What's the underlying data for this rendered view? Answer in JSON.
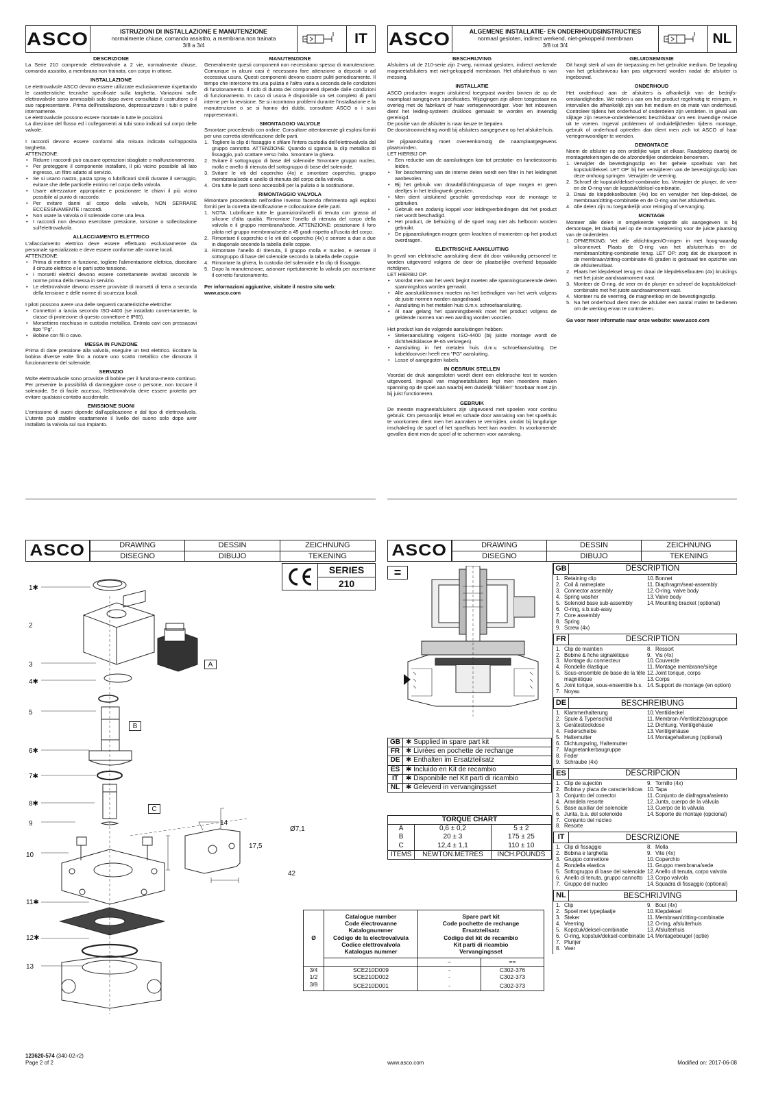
{
  "brand": "ASCO",
  "it": {
    "lang": "IT",
    "title": "ISTRUZIONI DI INSTALLAZIONE E MANUTENZIONE",
    "subtitle": "normalmente chiuse, comando assistito, a membrana non trainata",
    "size": "3/8 a 3/4",
    "descrizione_h": "DESCRIZIONE",
    "descrizione": "La Serie 210 comprende elettrovalvole a 2 vie, normalmente chiuse, comando assistito, a membrana non trainata. con corpo in ottone.",
    "installazione_h": "INSTALLAZIONE",
    "installazione_p1": "Le elettrovalvole ASCO devono essere utilizzate esclusivamente rispettando le caratteristiche tecniche specificate sulla targhetta. Variazioni sulle elettrovalvole sono ammissibili solo dopo avere consultato il costruttore o il suo rappresentante. Prima dell'installazione, depressurizzare i tubi e pulire internamente.",
    "installazione_p2": "Le elettrovalvole possono essere montate in tutte le posizioni.",
    "installazione_p3": "La direzione del flusso ed i collegamenti ai tubi sono indicati sul corpo delle valvole.",
    "installazione_p4": "I raccordi devono essere conformi alla misura indicata sull'apposita targhetta.",
    "attenzione": "ATTENZIONE:",
    "install_bullets": [
      "Ridurre i raccordi può causare operazioni sbagliate o malfunzionamento.",
      "Per proteggere il componente installare, il più vicino possibile all lato ingresso, un filtro adatto al servizio.",
      "Se si usano nastro, pasta spray o lubrificanti simili durante il serraggio, evitare che delle particelle entrino nel corpo della valvola.",
      "Usare attrezzature appropriate e posizionare le chiavi il più vicino possibile al punto di raccordo.",
      "Per evitare danni al corpo della valvola, NON SERRARE ECCESSIVAMENTE i raccordi.",
      "Non usare la valvola o il solenoide come una leva.",
      "I raccordi non devono esercitare pressione, torsione o sollecitazione sull'elettrovalvola."
    ],
    "allacciamento_h": "ALLACCIAMENTO ELETTRICO",
    "allacciamento_p1": "L'allacciamento elettrico deve essere effettuato esclusivamente da personale specializzato e deve essere conforme alle norme locali.",
    "elec_bullets": [
      "Prima di mettere in funzione, togliere l'alimentazione elettrica, disecitare il circuito elettrico e le parti sotto tensione.",
      "I morsetti elettrici devono essere correttamente avvitati secondo le norme prima della messa in servizio.",
      "Le elettrovalvole devono essere provviste di morsetti di terra a seconda della tensione e delle norme di sicurezza locali."
    ],
    "piloti_p": "I piloti possono avere una delle seguenti caratteristiche elettriche:",
    "piloti_bullets": [
      "Connettori a lancia secondo ISO-4400 (se installato corret-tamente, la classe di protezione di questo connettore è IP65).",
      "Morsettiera racchiusa in custodia metallica. Entrata cavi con pressacavi tipo \"Pg\".",
      "Bobine con fili o cavo."
    ],
    "messa_h": "MESSA IN FUNZIONE",
    "messa": "Prima di dare pressione alla valvola, eseguire un test elettrico. Eccitare la bobina diverse volte fino a notare uno scatto metallico che dimostra il funzionamento del solenoide.",
    "servizio_h": "SERVIZIO",
    "servizio": "Molte elettrovalvole sono provviste di bobine per il funziona-mento continuo. Per prevenire la possibilità di danneggiare cose o persone, non toccare il solenoide. Se di facile accesso, l'elettrovalvola deve essere protetta per evitare qualsiasi contatto accidentale.",
    "emissione_h": "EMISSIONE SUONI",
    "emissione": "L'emissione di suoni dipende dall'applicazione e dal tipo di elettrovalvola. L'utente può stabilire esattamente il livello del suono solo dopo aver installato la valvola sul suo impianto.",
    "manutenzione_h": "MANUTENZIONE",
    "manutenzione": "Generalmente questi componenti non necessitano spesso di manutenzione. Comunque in alcuni casi è necessario fare attenzione a depositi o ad eccessiva usura. Questi componenti devono essere puliti periodicamente. Il tempo che intercorre tra una pulizia e l'altra varia a seconda delle condizioni di funzionamento. Il ciclo di durata dei componenti dipende dalle condizioni di funzionamento. In caso di usura è disponibile un set completo di parti interne per la revisione. Se si incontrano problemi durante l'installazione e la manutenzione o se si hanno dei dubbi, consultare ASCO o i suoi rappresentanti.",
    "smontaggio_h": "SMONTAGGIO VALVOLE",
    "smontaggio": "Smontare procedendo con ordine. Consultare attentamente gli esplosi forniti per una corretta identificazione delle parti.",
    "smontaggio_steps": [
      "Togliere la clip di fissaggio e sfilare l'intera custodia dell'elettrovalvola dal gruppo cannotto. ATTENZIONE: Quando si sgancia la clip metallica di fissaggio, può scattare verso l'alto. Smontare la ghiera.",
      "Svitare il sottogruppo di base del solenoide Smontare gruppo nucleo, molla e anello di ritenuta del sottogruppo di base del solenoide.",
      "Svitare le viti del coperchio (4x) e smontare coperchio, gruppo membrana/sede e anello di ritenuta del corpo della valvola.",
      "Ora tutte le parti sono accessibili per la pulizia o la sostituzione."
    ],
    "rimontaggio_h": "RIMONTAGGIO VALVOLA",
    "rimontaggio": "Rimontare procedendo nell'ordine inverso facendo riferimento agli esplosi forniti per la corretta identificazione e collocazione delle parti.",
    "rimontaggio_steps": [
      "NOTA: Lubrificare tutte le guarnizioni/anelli di tenuta con grasso al silicone d'alta qualità. Rimontare l'anello di ritenuta del corpo della valvola e il gruppo membrana/sede. ATTENZIONE: posizionare il foro pilota nel gruppo membrana/sede a 45 gradi rispetto all'uscita del corpo.",
      "Rimontare il coperchio e le viti del coperchio (4x) e serrare a due a due in diagonale secondo la tabella delle coppie.",
      "Rimontare l'anello di ritenuta, il gruppo molla e nucleo, e serrare il sottogruppo di base del solenoide secondo la tabella delle coppie.",
      "Rimontare la ghiera, la custodia del solenoide e la clip di fissaggio.",
      "Dopo la manutenzione, azionare ripetutamente la valvola per accertarne il corretto funzionamento."
    ],
    "info": "Per informazioni aggiuntive, visitate il nostro sito web:",
    "site": "www.asco.com"
  },
  "nl": {
    "lang": "NL",
    "title": "ALGEMENE INSTALLATIE- EN ONDERHOUDSINSTRUCTIES",
    "subtitle": "normaal gesloten, indirect werkend, niet-gekoppeld membraan",
    "size": "3/8 tot 3/4",
    "beschrijving_h": "BESCHRIJVING",
    "beschrijving": "Afsluiters uit de 210-serie zijn 2-weg, normaal gesloten, indirect werkende magneetafsluiters met niet-gekoppeld membraan. Het afsluiterhuis is van messing.",
    "installatie_h": "INSTALLATIE",
    "installatie_p1": "ASCO producten mogen uitsluitend toegepast worden binnen de op de naamplaat aangegeven specificaties. Wijzigingen zijn alleen toegestaan na overleg met de fabrikant of haar vertegenwoordiger. Voor het inbouwen dient het leiding-systeem drukloos gemaakt te worden en inwendig gereinigd.",
    "installatie_p2": "De positie van de afsluiter is naar keuze te bepalen.",
    "installatie_p3": "De doorstroomrichting wordt bij afsluiters aangegeven op het afsluiterhuis.",
    "installatie_p4": "De pijpaansluiting moet overeenkomstig de naamplaatgegevens plaatsvinden.",
    "let_op": "LET HIERBIJ OP:",
    "install_bullets": [
      "Een reductie van de aansluitingen kan tot prestatie- en functiestoornis leiden.",
      "Ter bescherming van de interne delen wordt een filter in het leidingnet aanbevolen.",
      "Bij het gebruik van draadafdichtingspasta of tape mogen er geen deeltjes in het leidingwerk geraken.",
      "Men dient uitsluitend geschikt gereedschap voor de montage te gebruiken.",
      "Gebruik een zodanig koppel voor leidingverbindingen dat het product niet wordt beschadigd.",
      "Het product, de behuizing of de spoel mag niet als hefboom worden gebruikt.",
      "De pijpaansluitingen mogen geen krachten of momenten op het product overdragen."
    ],
    "elektrische_h": "ELEKTRISCHE AANSLUITING",
    "elektrische_p1": "In geval van elektrische aansluiting dient dit door vakkundig personeel te worden uitgevoerd volgens de door de plaatselijke overheid bepaalde richtlijnen.",
    "elec_bullets": [
      "Voordat men aan het werk begint moeten alle spanningsvoerende delen spanningsloos worden gemaakt.",
      "Alle aansluitklemmen moeten na het beëindigen van het werk volgens de juiste normen worden aangedraaid.",
      "Aansluiting in het metalen huis d.m.v. schroefaansluiting.",
      "Al naar gelang het spanningsbereik moet het product volgens de geldende normen van een aarding worden voorzien."
    ],
    "product_p": "Het product kan de volgende aansluitingen hebben:",
    "product_bullets": [
      "Stekeraansluiting volgens ISO-4400 (bij juiste montage wordt de dichtheidsklasse IP-65 verkregen).",
      "Aansluiting in het metalen huis d.m.v. schroefaansluiting. De kabeldoorvoer heeft een \"PG\" aansluiting.",
      "Losse of aangegoten kabels."
    ],
    "ingebruik_h": "IN GEBRUIK STELLEN",
    "ingebruik": "Voordat de druk aangesloten wordt dient een elektrische test te worden uitgevoerd. Ingeval van magneetafsluiters legt men meerdere malen spanning op de spoel aan waarbij een duidelijk \"klikken\" hoorbaar moet zijn bij juist functioneren.",
    "gebruik_h": "GEBRUIK",
    "gebruik": "De meeste magneetafsluiters zijn uitgevoerd met spoelen voor continu gebruik. Om persoonlijk letsel en schade door aanraking van het spoelhuis te voorkomen dient men het aanraken te vermijden, omdat bij langdurige inschakeling de spoel of het spoelhuis heet kan worden. In voorkomende gevallen dient men de spoel af te schermen voor aanraking.",
    "geluid_h": "GELUIDSEMISSIE",
    "geluid": "Dit hangt sterk af van de toepassing en het gebruikte medium. De bepaling van het geluidsniveau kan pas uitgevoerd worden nadat de afsluiter is ingebouwd.",
    "onderhoud_h": "ONDERHOUD",
    "onderhoud": "Het onderhoud aan de afsluiters is afhankelijk van de bedrijfs-omstandigheden. We raden u aan om het product regelmatig te reinigen, in intervallen die afhankelijk zijn van het medium en de mate van onderhoud. Controleer tijdens het onderhoud of onderdelen zijn versleten. In geval van slijtage zijn reserve-onderdelensets beschikbaar om een inwendige revisie uit te voeren. Ingeval problemen of onduidelijkheden tijdens montage, gebruik of onderhoud optreden dan dient men zich tot ASCO of haar vertegenwoordiger te wenden.",
    "demontage_h": "DEMONTAGE",
    "demontage": "Neem de afsluiter op een ordelijke wijze uit elkaar. Raadpleeg daarbij de montagetekeningen die de afzonderlijke onderdelen benoemen.",
    "demontage_steps": [
      "Verwijder de bevestigingsclip en het gehele spoelhuis van het kopstuk/deksel. LET OP: bij het verwijderen van de bevestigingsclip kan deze omhoog springen. Verwijder de veerring.",
      "Schroef de kopstuk/deksel-combinatie los. Verwijder de plunjer, de veer en de O-ring van de kopstuk/deksel-combinatie.",
      "Draai de klepdekselbouten (4x) los en verwijder het klep-deksel, de membraan/zitting-combinatie en de O-ring van het afsluiterhuis.",
      "Alle delen zijn nu toegankelijk voor reiniging of vervanging."
    ],
    "montage_h": "MONTAGE",
    "montage": "Monteer alle delen in omgekeerde volgorde als aangegeven is bij demontage, let daarbij wel op de montagetekening voor de juiste plaatsing van de onderdelen.",
    "montage_steps": [
      "OPMERKING: Vet alle afdichtingen/O-ringen in met hoog-waardig siliconenvet. Plaats de O-ring van het afsluiterhuis en de membraan/zitting-combinatie terug. LET OP: zorg dat de stuurpoort in de membraan/zitting-combinatie 45 graden is gedraaid ten opzichte van de afsluiteruitlaat.",
      "Plaats het klepdeksel terug en draai de klepdekselbouten (4x) kruislings met het juiste aandraaimoment vast.",
      "Monteer de O-ring, de veer en de plunjer en schroef de kopstuk/deksel-combinatie met het juiste aandraaimoment vast.",
      "Monteer nu de veerring, de magneetkop en de bevestigingsclip.",
      "Na het onderhoud dient men de afsluiter een aantal malen te bedienen om de werking ervan te controleren."
    ],
    "info": "Ga voor meer informatie naar onze website: www.asco.com"
  },
  "drawing_header": {
    "row1": [
      "DRAWING",
      "DESSIN",
      "ZEICHNUNG"
    ],
    "row2": [
      "DISEGNO",
      "DIBUJO",
      "TEKENING"
    ]
  },
  "series": {
    "label": "SERIES",
    "number": "210",
    "ce": "CE"
  },
  "parts_labels": [
    "1✱",
    "2",
    "3",
    "4✱",
    "5",
    "6✱",
    "7✱",
    "8✱",
    "9",
    "10",
    "11✱",
    "12✱",
    "13"
  ],
  "callouts": {
    "a": "A",
    "b": "B",
    "c": "C",
    "bracket_num": "14",
    "dim_diam": "Ø7,1",
    "dim_h": "17,5",
    "dim_w": "42"
  },
  "spare_legend": [
    {
      "code": "GB",
      "text": "✱  Supplied in spare part kit"
    },
    {
      "code": "FR",
      "text": "✱  Livrées en pochette de rechange"
    },
    {
      "code": "DE",
      "text": "✱  Enthalten im Ersatzteilsatz"
    },
    {
      "code": "ES",
      "text": "✱  Incluido en Kit de recambio"
    },
    {
      "code": "IT",
      "text": "✱  Disponibile nel Kit parti di ricambio"
    },
    {
      "code": "NL",
      "text": "✱  Geleverd in vervangingsset"
    }
  ],
  "torque": {
    "title": "TORQUE CHART",
    "rows": [
      [
        "A",
        "0,6 ± 0,2",
        "5 ± 2"
      ],
      [
        "B",
        "20 ± 3",
        "175 ± 25"
      ],
      [
        "C",
        "12,4 ± 1,1",
        "110 ± 10"
      ]
    ],
    "footer": [
      "ITEMS",
      "NEWTON.METRES",
      "INCH.POUNDS"
    ]
  },
  "catalogue": {
    "diam": "Ø",
    "cat_lines": [
      "Catalogue number",
      "Code électrovanne",
      "Katalognummer",
      "Código de la electrovalvula",
      "Codice elettrovalvola",
      "Katalogus nummer"
    ],
    "kit_lines": [
      "Spare part kit",
      "Code pochette de rechange",
      "Ersatzteilsatz",
      "Código del kit de recambio",
      "Kit parti di ricambio",
      "Vervangingsset"
    ],
    "sub": [
      "–",
      "=="
    ],
    "rows": [
      [
        "3/4",
        "SCE210D009",
        "-",
        "C302-376"
      ],
      [
        "1/2",
        "SCE210D002",
        "-",
        "C302-373"
      ],
      [
        "3/8",
        "SCE210D001",
        "-",
        "C302-373"
      ]
    ]
  },
  "descriptions": [
    {
      "code": "GB",
      "title": "DESCRIPTION",
      "left": [
        "Retaining clip",
        "Coil & nameplate",
        "Connector assembly",
        "Spring washer",
        "Solenoid base sub-assembly",
        "O-ring, s.b.sub-assy",
        "Core assembly",
        "Spring",
        "Screw (4x)"
      ],
      "right": [
        "Bonnet",
        "Diaphragm/seat-assembly",
        "O-ring, valve body",
        "Valve body",
        "Mounting bracket (optional)"
      ]
    },
    {
      "code": "FR",
      "title": "DESCRIPTION",
      "left": [
        "Clip de maintien",
        "Bobine & fiche signalétique",
        "Montage du connecteur",
        "Rondelle élastique",
        "Sous-ensemble de base de la tête magnétique",
        "Joint torique, sous-ensemble b.s.",
        "Noyau"
      ],
      "right": [
        "Ressort",
        "Vis (4x)",
        "Couvercle",
        "Montage membrane/siège",
        "Joint torique, corps",
        "Corps",
        "Support de montage (en option)"
      ]
    },
    {
      "code": "DE",
      "title": "BESCHREIBUNG",
      "left": [
        "Klammerhalterung",
        "Spule & Typenschild",
        "Gerätesteckdose",
        "Federscheibe",
        "Haltemutter",
        "Dichtungsring, Haltemutter",
        "Magnetankerbaugruppe",
        "Feder",
        "Schraube (4x)"
      ],
      "right": [
        "Ventildeckel",
        "Membran-/Ventilsitzbaugruppe",
        "Dichtung, Ventilgehäuse",
        "Ventilgehäuse",
        "Montagehalterung (optional)"
      ]
    },
    {
      "code": "ES",
      "title": "DESCRIPCION",
      "left": [
        "Clip de sujeción",
        "Bobina y placa de características",
        "Conjunto del conector",
        "Arandela resorte",
        "Base auxiliar del solenoide",
        "Junta, b.a. del solenoide",
        "Conjunto del núcleo",
        "Resorte"
      ],
      "right": [
        "Tornillo (4x)",
        "Tapa",
        "Conjunto de diafragma/asiento",
        "Junta, cuerpo de la válvula",
        "Cuerpo de la válvula",
        "Soporte de montaje (opcional)"
      ]
    },
    {
      "code": "IT",
      "title": "DESCRIZIONE",
      "left": [
        "Clip di fissaggio",
        "Bobina e targhetta",
        "Gruppo connettore",
        "Rondella elastica",
        "Sottogruppo di base del solenoide",
        "Anello di tenuta, gruppo cannotto",
        "Gruppo del nucleo"
      ],
      "right": [
        "Molla",
        "Vite (4x)",
        "Coperchio",
        "Gruppo membrana/sede",
        "Anello di tenuta, corpo valvola",
        "Corpo valvola",
        "Squadra di fissaggio (optional)"
      ]
    },
    {
      "code": "NL",
      "title": "BESCHRIJVING",
      "left": [
        "Clip",
        "Spoel met typeplaatje",
        "Steker",
        "Veerring",
        "Kopstuk/deksel-combinatie",
        "O-ring, kopstuk/deksel-combinatie",
        "Plunjer",
        "Veer"
      ],
      "right": [
        "Bout (4x)",
        "Klepdeksel",
        "Membraan/zitting-combinatie",
        "O-ring, afsluiterhuis",
        "Afsluiterhuis",
        "Montagebeugel (optie)"
      ]
    }
  ],
  "section_symbol": "=",
  "footer": {
    "docnum": "123620-574",
    "docrev": "(340-02-r2)",
    "page": "Page 2 of 2",
    "site": "www.asco.com",
    "modified": "Modified on: 2017-06-08"
  }
}
